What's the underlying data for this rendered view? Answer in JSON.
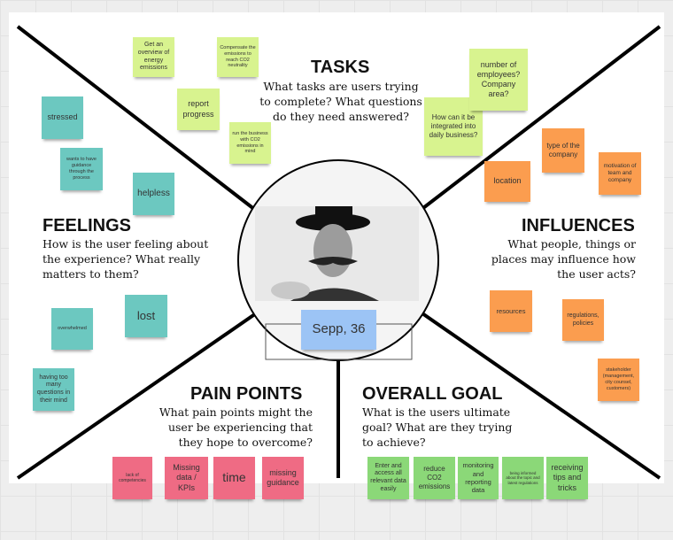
{
  "sections": {
    "tasks": {
      "title": "TASKS",
      "question": "What tasks are users trying to complete? What questions do they need answered?"
    },
    "feelings": {
      "title": "FEELINGS",
      "question": "How is the user feeling about the experience? What really matters to them?"
    },
    "influences": {
      "title": "INFLUENCES",
      "question": "What people, things or places may influence how the user acts?"
    },
    "pain_points": {
      "title": "PAIN POINTS",
      "question": "What pain points might the user be experiencing that they hope to overcome?"
    },
    "overall_goal": {
      "title": "OVERALL GOAL",
      "question": "What is the users ultimate goal? What are they trying to achieve?"
    }
  },
  "persona": {
    "name": "Sepp, 36"
  },
  "notes": {
    "tasks": [
      "Get an overview of energy emissions",
      "Compensate the emissions to reach CO2 neutrality",
      "report progress",
      "run the business with CO2 emissions in mind",
      "How can it be integrated into daily business?",
      "number of employees? Company area?"
    ],
    "feelings": [
      "stressed",
      "wants to have guidance through the process",
      "helpless",
      "overwhelmed",
      "lost",
      "having too many questions in their mind"
    ],
    "influences": [
      "type of the company",
      "location",
      "motivation of team and company",
      "resources",
      "regulations, policies",
      "stakeholder (management, city counsel, customers)"
    ],
    "pain_points": [
      "lack of competencies",
      "Missing data / KPIs",
      "time",
      "missing guidance"
    ],
    "overall_goal": [
      "Enter and access all relevant data easily",
      "reduce CO2 emissions",
      "monitoring and reporting data",
      "being informed about the topic and latest regulations",
      "receiving tips and tricks"
    ]
  },
  "colors": {
    "tasks": "#d8f38f",
    "feelings": "#6cc8c0",
    "influences": "#fb9d4f",
    "pain": "#ef6b84",
    "goal": "#8bd878"
  }
}
